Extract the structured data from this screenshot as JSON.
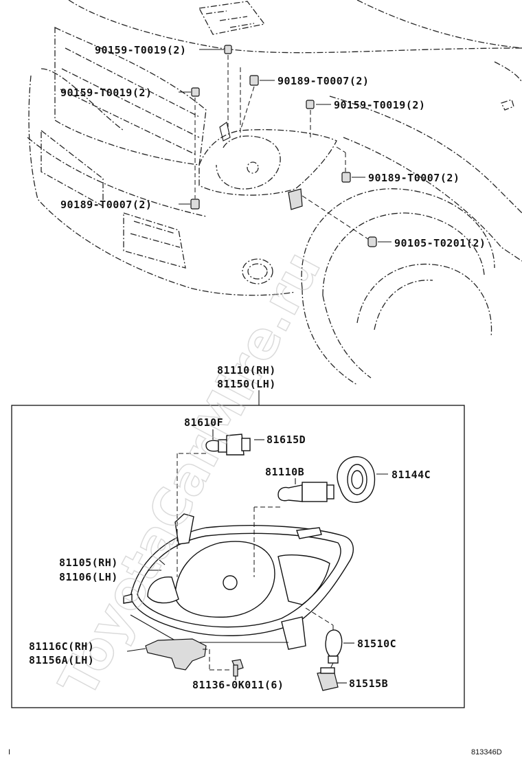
{
  "labels": {
    "top_bolt_1": "90159-T0019(2)",
    "left_bolt": "90159-T0019(2)",
    "right_bolt_upper": "90159-T0019(2)",
    "top_screw": "90189-T0007(2)",
    "right_screw": "90189-T0007(2)",
    "left_screw": "90189-T0007(2)",
    "clip": "90105-T0201(2)",
    "assy_rh": "81110(RH)",
    "assy_lh": "81150(LH)",
    "bulb_small": "81610F",
    "socket_small": "81615D",
    "bulb_main": "81110B",
    "cover": "81144C",
    "unit_rh": "81105(RH)",
    "unit_lh": "81106(LH)",
    "bracket_rh": "81116C(RH)",
    "bracket_lh": "81156A(LH)",
    "screw_set": "81136-0K011(6)",
    "bulb_turn": "81510C",
    "socket_turn": "81515B"
  },
  "footer": {
    "left_mark": "I",
    "diagram_id": "813346D"
  },
  "watermark": "ToyotaCarMire.ru"
}
